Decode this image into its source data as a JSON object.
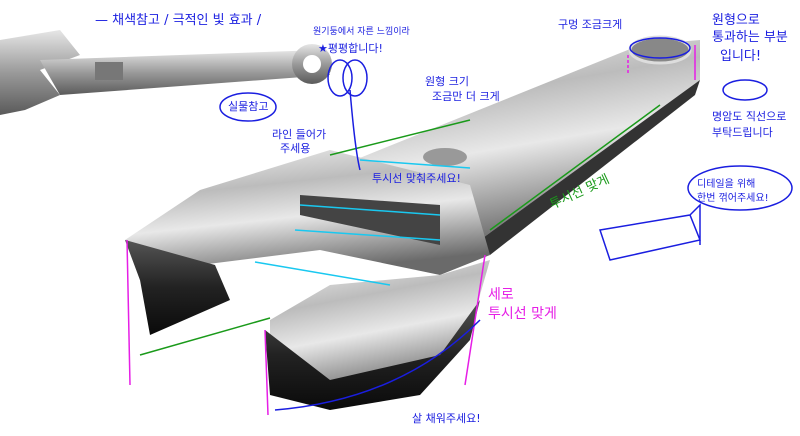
{
  "annotations": {
    "title_note": "— 채색참고 / 극적인 빛 효과 /",
    "cylinder_note_1": "원기둥에서 자른 느낌이라",
    "cylinder_note_2": "★평평합니다!",
    "cloud_reference": "실물참고",
    "line_note_1": "라인 들어가",
    "line_note_2": "주세용",
    "circle_size_1": "원형 크기",
    "circle_size_2": "조금만 더 크게",
    "hole_note": "구멍 조금크게",
    "pass_through_1": "원형으로",
    "pass_through_2": "통과하는 부분",
    "pass_through_3": "입니다!",
    "shading_1": "명암도 직선으로",
    "shading_2": "부탁드립니다",
    "detail_1": "디테일을 위해",
    "detail_2": "한번 꺾어주세요!",
    "perspective_green": "투시선 맞게",
    "perspective_blue": "투시선 맞춰주세요!",
    "vertical_1": "세로",
    "vertical_2": "투시선 맞게",
    "fill_note": "살 채워주세요!"
  },
  "colors": {
    "pen_blue": "#1a1ee0",
    "guide_cyan": "#19c8f0",
    "guide_green": "#1a9a1a",
    "guide_pink": "#e61ee6"
  }
}
